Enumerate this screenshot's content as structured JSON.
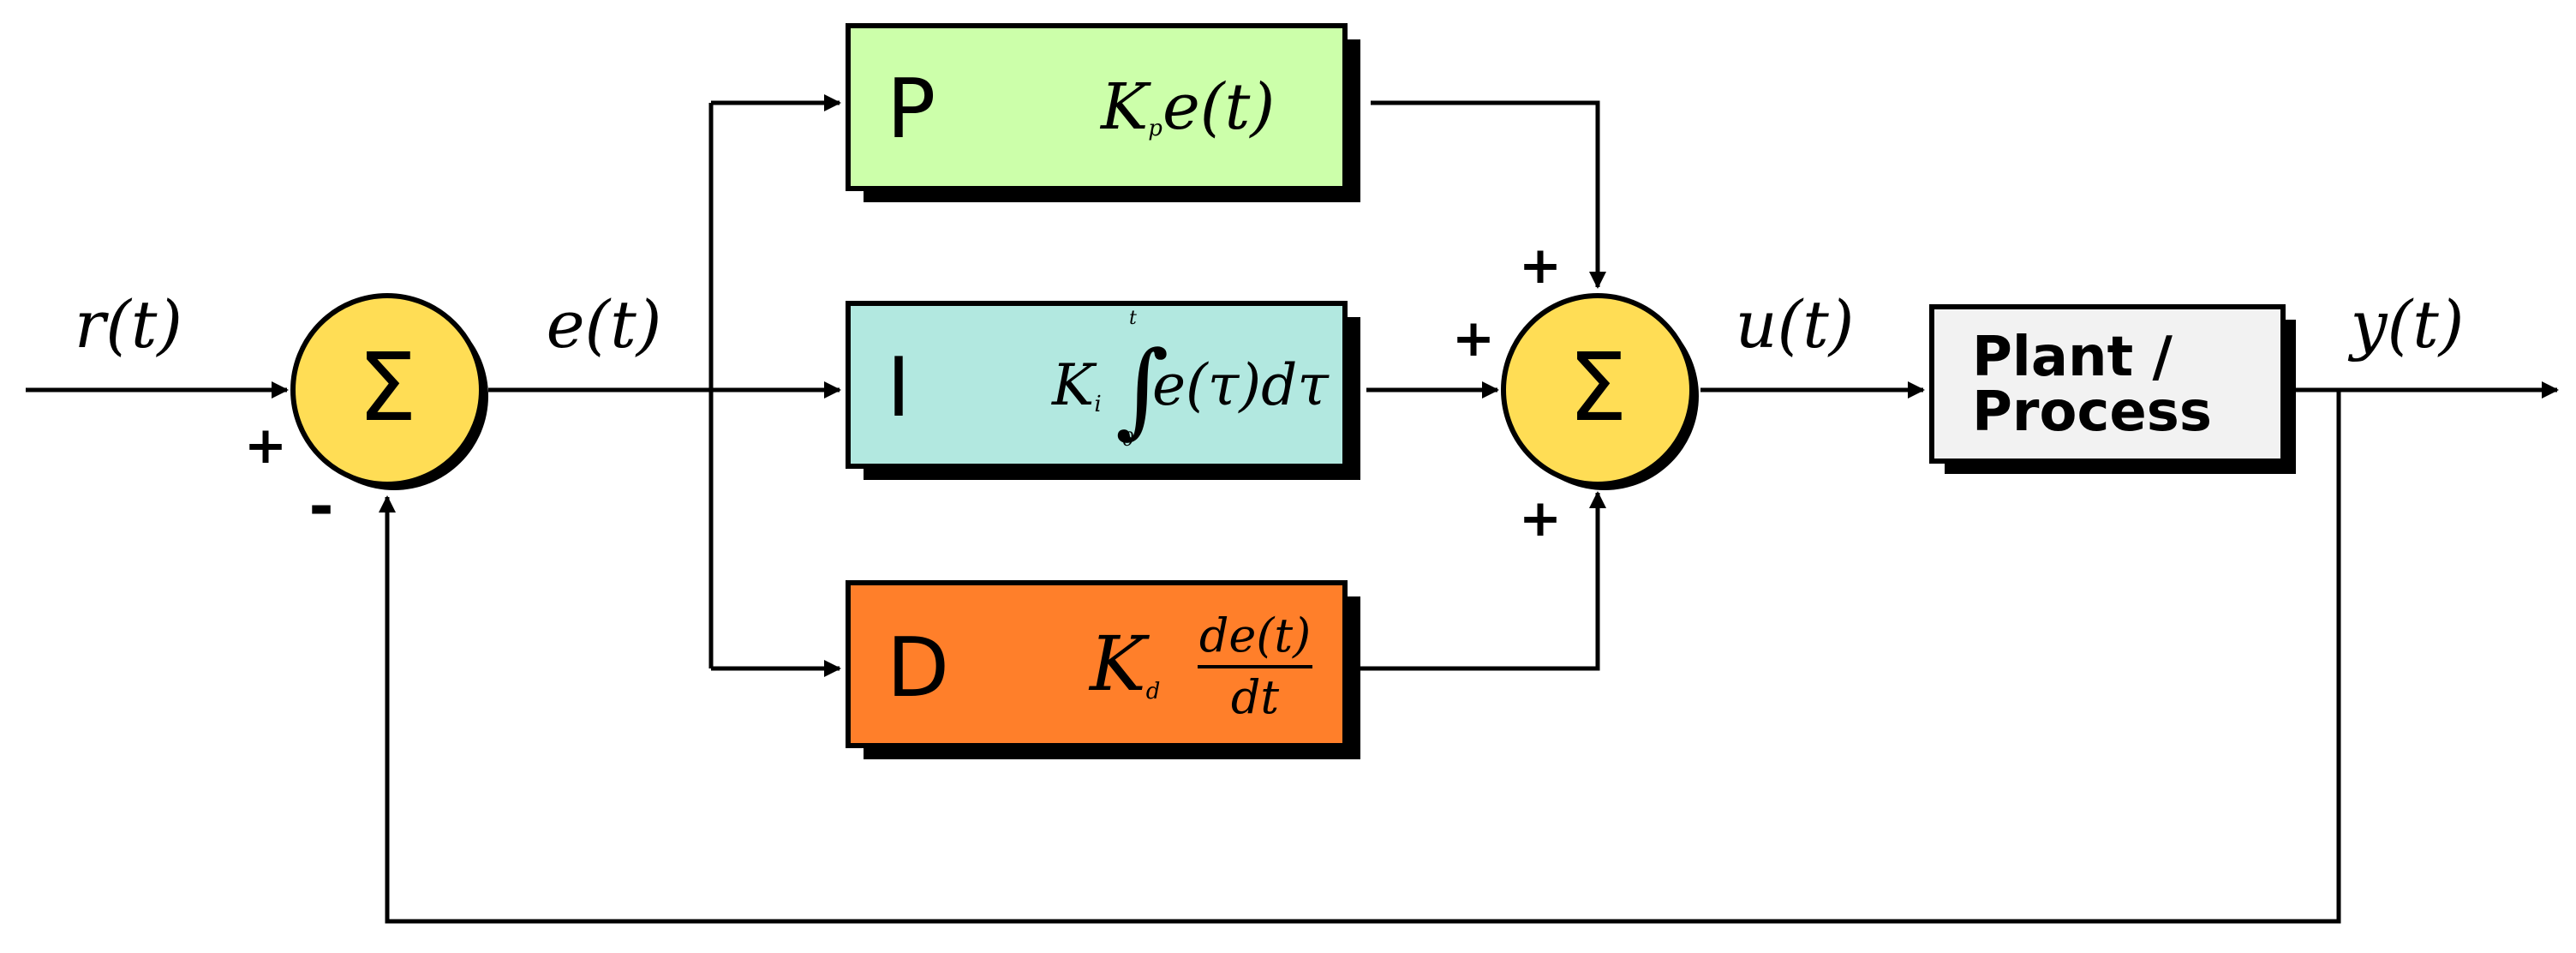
{
  "signals": {
    "reference": "r(t)",
    "error": "e(t)",
    "control": "u(t)",
    "output": "y(t)"
  },
  "summing_junctions": {
    "symbol": "Σ",
    "input_sum": {
      "plus": "+",
      "minus": "-"
    },
    "output_sum": {
      "top": "+",
      "left": "+",
      "bottom": "+"
    }
  },
  "blocks": {
    "p": {
      "label": "P",
      "k": "K",
      "k_sub": "p",
      "expr": "e(t)",
      "color": "#ccffaa"
    },
    "i": {
      "label": "I",
      "k": "K",
      "k_sub": "i",
      "upper_limit": "t",
      "lower_limit": "0",
      "integral": "∫",
      "expr": "e(τ)dτ",
      "color": "#b2e8e0"
    },
    "d": {
      "label": "D",
      "k": "K",
      "k_sub": "d",
      "numerator": "de(t)",
      "denominator": "dt",
      "color": "#ff7f2a"
    },
    "plant": {
      "line1": "Plant /",
      "line2": "Process",
      "color": "#f2f2f2"
    }
  },
  "colors": {
    "sum_fill": "#ffdd55",
    "shadow": "#000000"
  }
}
